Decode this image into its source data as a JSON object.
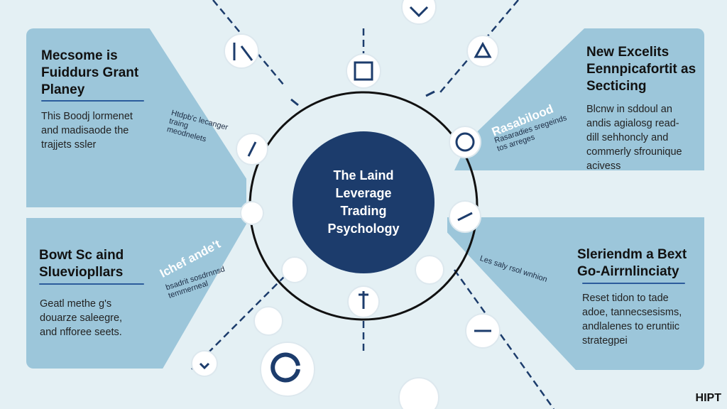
{
  "center": {
    "title": "The Laind\nLeverage\nTrading\nPsychology"
  },
  "panels": {
    "top_left": {
      "title": "Mecsome is\nFuiddurs Grant\nPlaney",
      "body": "This Boodj lormenet\nand madisaode the\ntrajjets ssler",
      "tag": "Htdpb'c lecanger\ntraing\nmeodnelets"
    },
    "top_right": {
      "title": "New Excelits\nEennpicafortit as\nSecticing",
      "body": "Blcnw in sddoul an\nandis agialosg read-\ndill sehhoncly and\ncommerly sfrounique\nacivess",
      "tag_bold": "Rasabilood",
      "tag": "Rasaradies sregeinds\ntos arreges"
    },
    "bottom_left": {
      "title": "Bowt Sc aind\nSlueviopllars",
      "body": "Geatl methe g's\ndouarze saleegre,\nand nfforee seets.",
      "tag_bold": "Ichef ande't",
      "tag": "bsadrit sosdrnnsd\ntemmerneal"
    },
    "bottom_right": {
      "title": "Sleriendm a Bext\nGo-Airrnlinciaty",
      "body": "Reset tidon to tade\nadoe, tannecsesisms,\nandlalenes to eruntiic\nstrategpei",
      "tag": "Les saly rsol wnhion"
    }
  },
  "logo": "HIPT",
  "colors": {
    "navy": "#1c3c6c",
    "panel": "#9cc6da",
    "background": "#e4f0f4"
  }
}
